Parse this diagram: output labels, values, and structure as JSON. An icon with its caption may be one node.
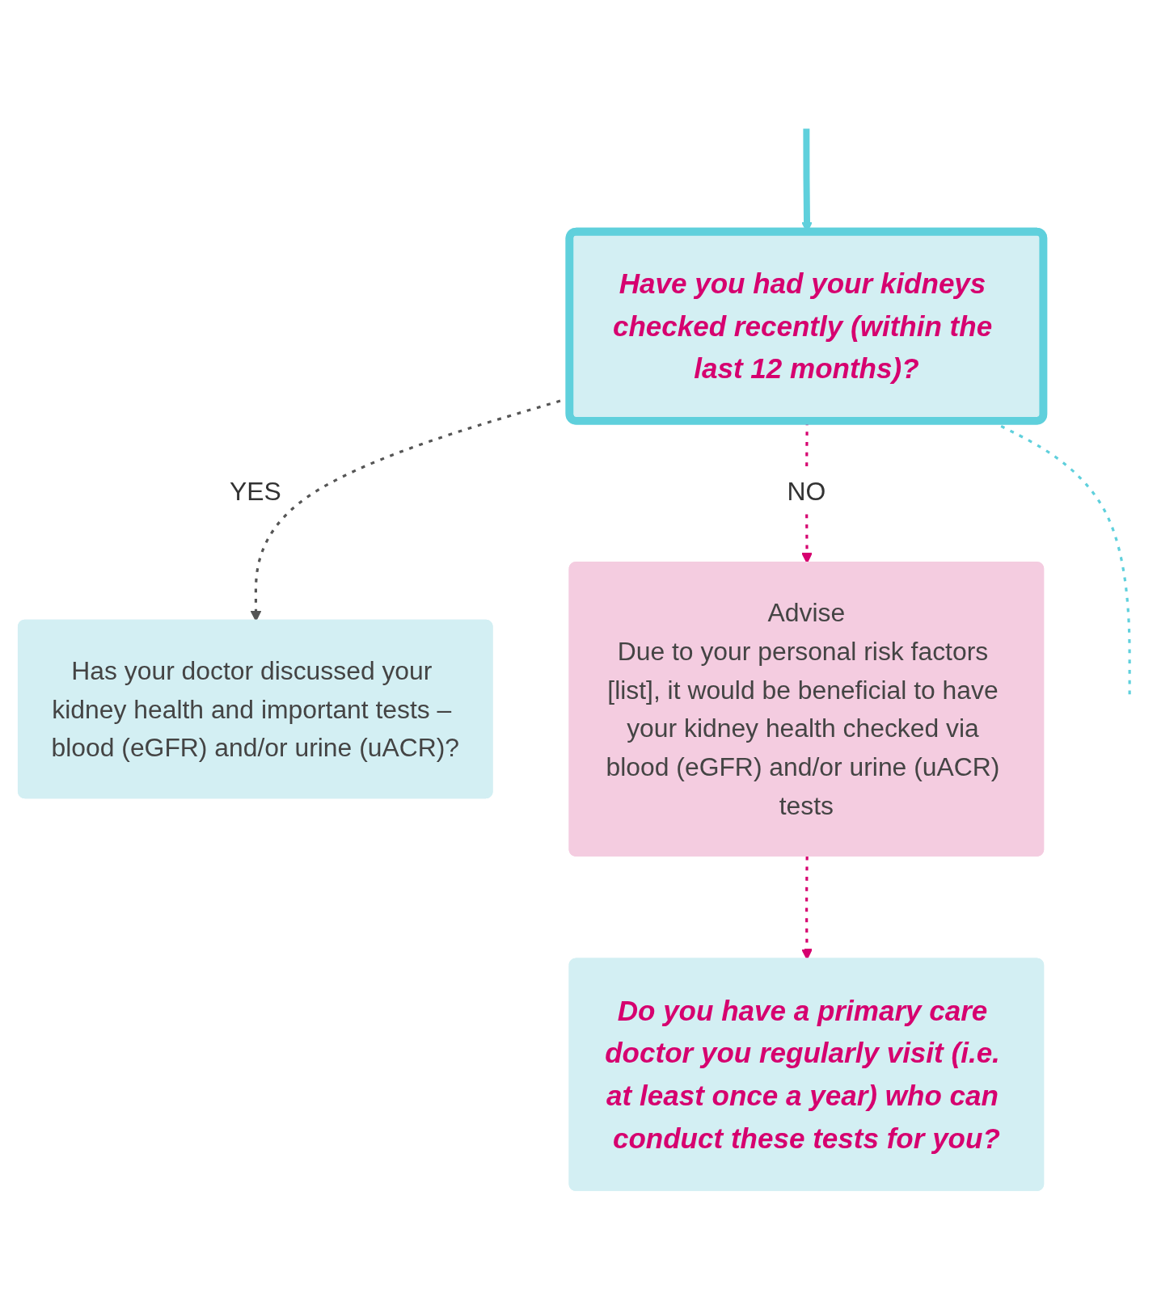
{
  "diagram": {
    "nodes": [
      {
        "text": [
          "Has your doctor discussed your kidney health and important tests – blood (eGFR) and/or urine (uACR)?"
        ]
      },
      {
        "text": [
          "Have you had your kidneys checked recently (within the last 12 months)?"
        ]
      },
      {
        "text": [
          "Advise",
          "Due to your personal risk factors [list], it would be beneficial to have your kidney health checked via blood (eGFR) and/or urine (uACR) tests"
        ]
      },
      {
        "text": [
          "Do you have a primary care doctor you regularly visit (i.e. at least once a year) who can conduct these tests for you?"
        ]
      }
    ],
    "edges": [
      {
        "from": null,
        "to": 1,
        "arrow": "to",
        "style": "thick",
        "color": "#5fd0dc"
      },
      {
        "from": 1,
        "to": 0,
        "arrow": "to",
        "label": "YES",
        "style": "dashed",
        "color": "#555555"
      },
      {
        "from": 1,
        "to": 2,
        "arrow": "to",
        "label": "NO",
        "style": "dashed",
        "color": "#d6006f"
      },
      {
        "from": 2,
        "to": 3,
        "arrow": "to",
        "style": "dashed",
        "color": "#d6006f"
      },
      {
        "from": 1,
        "to": null,
        "arrow": "none",
        "style": "dashed",
        "color": "#5fd0dc"
      }
    ]
  }
}
